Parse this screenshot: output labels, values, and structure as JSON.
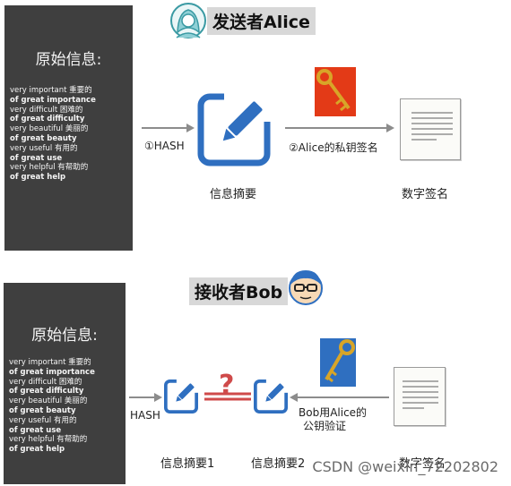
{
  "sender": {
    "title": "发送者Alice",
    "panel_title": "原始信息:",
    "lines": [
      {
        "text": "very important 重要的",
        "bold": false
      },
      {
        "text": "of great importance",
        "bold": true
      },
      {
        "text": "very difficult 困难的",
        "bold": false
      },
      {
        "text": "of great difficulty",
        "bold": true
      },
      {
        "text": "very beautiful 美丽的",
        "bold": false
      },
      {
        "text": "of great beauty",
        "bold": true
      },
      {
        "text": "very useful 有用的",
        "bold": false
      },
      {
        "text": "of great use",
        "bold": true
      },
      {
        "text": "very helpful 有帮助的",
        "bold": false
      },
      {
        "text": "of great help",
        "bold": true
      }
    ],
    "hash_label": "①HASH",
    "digest_label": "信息摘要",
    "sign_label": "②Alice的私钥签名",
    "signature_label": "数字签名"
  },
  "receiver": {
    "title": "接收者Bob",
    "panel_title": "原始信息:",
    "lines": [
      {
        "text": "very important 重要的",
        "bold": false
      },
      {
        "text": "of great importance",
        "bold": true
      },
      {
        "text": "very difficult 困难的",
        "bold": false
      },
      {
        "text": "of great difficulty",
        "bold": true
      },
      {
        "text": "very beautiful 美丽的",
        "bold": false
      },
      {
        "text": "of great beauty",
        "bold": true
      },
      {
        "text": "very useful 有用的",
        "bold": false
      },
      {
        "text": "of great use",
        "bold": true
      },
      {
        "text": "very helpful 有帮助的",
        "bold": false
      },
      {
        "text": "of great help",
        "bold": true
      }
    ],
    "hash_label": "HASH",
    "digest1_label": "信息摘要1",
    "digest2_label": "信息摘要2",
    "verify_label_1": "Bob用Alice的",
    "verify_label_2": "公钥验证",
    "signature_label": "数字签名",
    "compare_mark": "?"
  },
  "watermark": "CSDN @weixin_72202802",
  "colors": {
    "panel": "#3f3f3f",
    "accent_blue": "#2f6fc0",
    "compare_red": "#cf4a4a",
    "key_gold": "#d8a528",
    "key_bg_red": "#e33a17"
  },
  "icons": {
    "alice": "woman-avatar-icon",
    "bob": "man-with-glasses-icon",
    "digest": "edit-pencil-icon",
    "signature": "scroll-document-icon",
    "private_key": "key-icon",
    "public_key": "key-icon"
  }
}
